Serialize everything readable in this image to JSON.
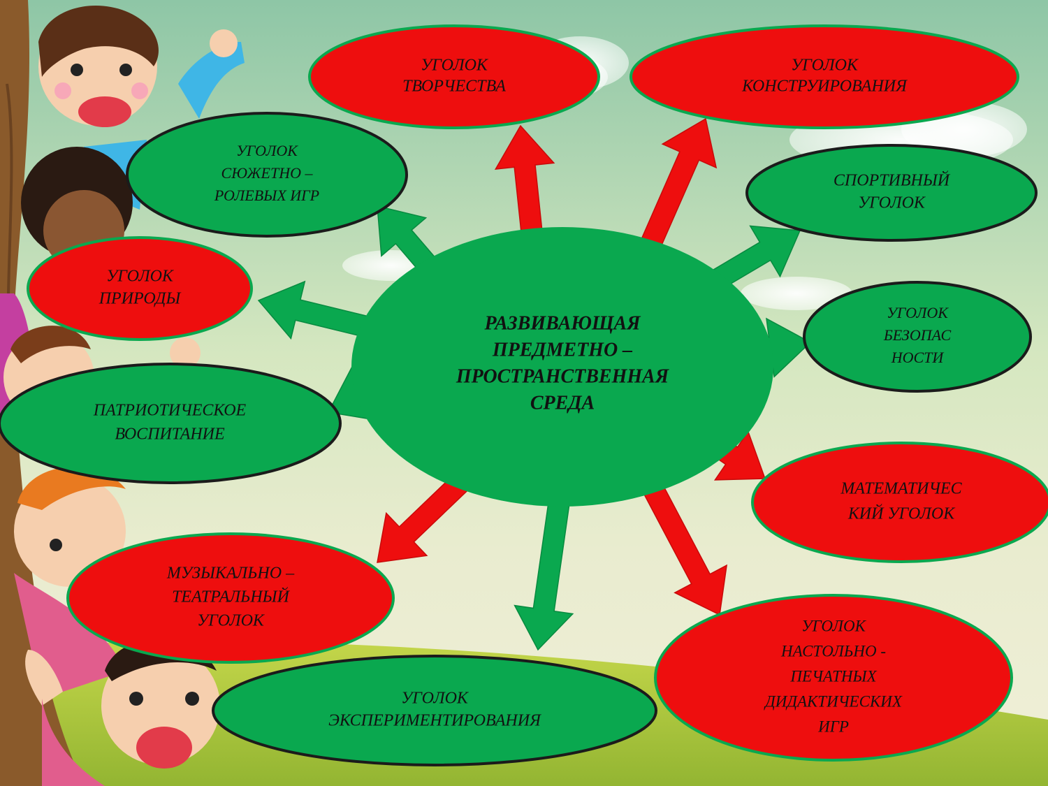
{
  "center": {
    "lines": [
      "РАЗВИВАЮЩАЯ",
      "ПРЕДМЕТНО –",
      "ПРОСТРАНСТВЕННАЯ",
      "СРЕДА"
    ],
    "color": "#0aa84f"
  },
  "colors": {
    "red": "#ee0e0e",
    "green": "#0aa84f",
    "text": "#111111"
  },
  "nodes": [
    {
      "id": "tvorchestvo",
      "lines": [
        "УГОЛОК",
        "ТВОРЧЕСТВА"
      ],
      "fill": "red",
      "border": "green"
    },
    {
      "id": "konstruirovanie",
      "lines": [
        "УГОЛОК",
        "КОНСТРУИРОВАНИЯ"
      ],
      "fill": "red",
      "border": "green"
    },
    {
      "id": "syuzhetno-rolevye",
      "lines": [
        "УГОЛОК",
        "СЮЖЕТНО –",
        "РОЛЕВЫХ ИГР"
      ],
      "fill": "green",
      "border": "dark"
    },
    {
      "id": "sportivny",
      "lines": [
        "СПОРТИВНЫЙ",
        "УГОЛОК"
      ],
      "fill": "green",
      "border": "dark"
    },
    {
      "id": "priroda",
      "lines": [
        "УГОЛОК",
        "ПРИРОДЫ"
      ],
      "fill": "red",
      "border": "green"
    },
    {
      "id": "bezopasnost",
      "lines": [
        "УГОЛОК",
        "БЕЗОПАС",
        "НОСТИ"
      ],
      "fill": "green",
      "border": "dark"
    },
    {
      "id": "patrioticheskoe",
      "lines": [
        "ПАТРИОТИЧЕСКОЕ",
        "ВОСПИТАНИЕ"
      ],
      "fill": "green",
      "border": "dark"
    },
    {
      "id": "matematichesky",
      "lines": [
        "МАТЕМАТИЧЕС",
        "КИЙ УГОЛОК"
      ],
      "fill": "red",
      "border": "green"
    },
    {
      "id": "muzykalno-teatralny",
      "lines": [
        "МУЗЫКАЛЬНО –",
        "ТЕАТРАЛЬНЫЙ",
        "УГОЛОК"
      ],
      "fill": "red",
      "border": "green"
    },
    {
      "id": "nastolno-pechatnye",
      "lines": [
        "УГОЛОК",
        "НАСТОЛЬНО -",
        "ПЕЧАТНЫХ",
        "ДИДАКТИЧЕСКИХ",
        "ИГР"
      ],
      "fill": "red",
      "border": "green"
    },
    {
      "id": "eksperimentirovanie",
      "lines": [
        "УГОЛОК",
        "ЭКСПЕРИМЕНТИРОВАНИЯ"
      ],
      "fill": "green",
      "border": "dark"
    }
  ]
}
